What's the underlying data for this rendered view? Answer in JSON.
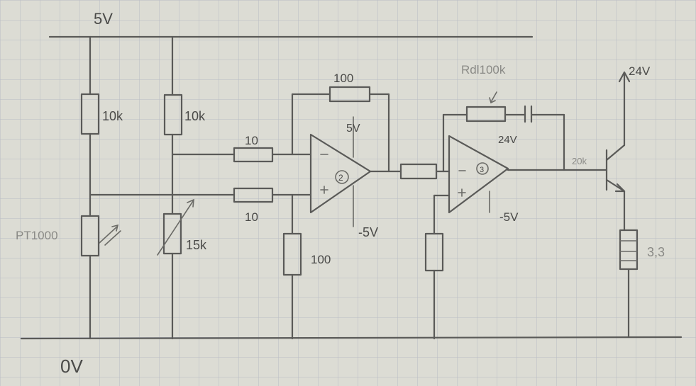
{
  "diagram": {
    "rails": {
      "top": "5V",
      "bottom": "0V"
    },
    "components": {
      "r_top_left": "10k",
      "r_top_mid": "10k",
      "sensor": "PT1000",
      "pot": "15k",
      "r_in_top": "10",
      "r_in_bottom": "10",
      "r_feedback": "100",
      "r_ground": "100",
      "op2_label": "2",
      "op2_plus_supply": "5V",
      "op2_minus_supply": "-5V",
      "op3_label": "3",
      "op3_plus_supply": "24V",
      "op3_minus_supply": "-5V",
      "r_feedback3": "Rdl100k",
      "r_base": "20k",
      "supply_24": "24V",
      "load": "3,3"
    },
    "colors": {
      "paper": "#dcdcd4",
      "grid": "#b9bcc4",
      "pencil": "#5a5a58"
    }
  }
}
